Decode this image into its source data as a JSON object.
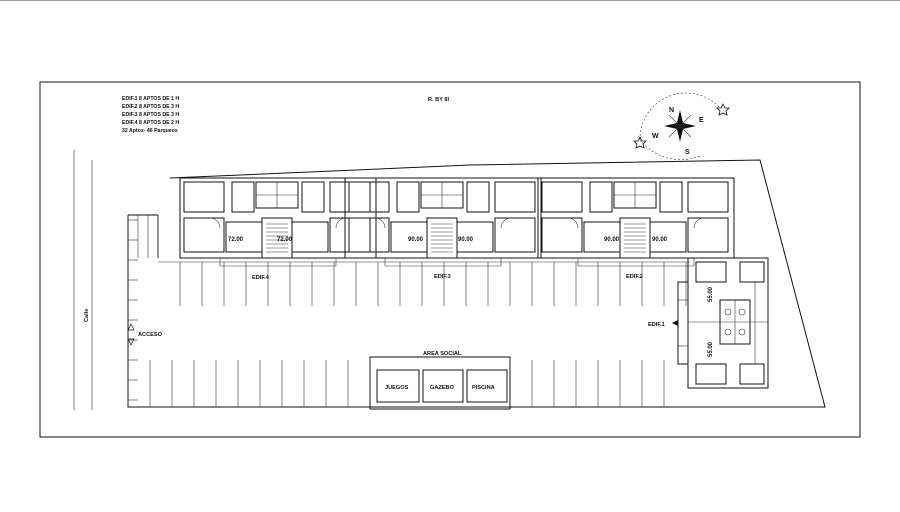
{
  "legend": [
    "EDIF.1  8 APTOS DE 1 H",
    "EDIF.2  8 APTOS DE 3 H",
    "EDIF.3  8 APTOS DE 3 H",
    "EDIF.4  8 APTOS DE 2 H",
    "32 Aptos- 46 Parqueos"
  ],
  "road_label": "R. BY III",
  "street_label": "Calle",
  "access_label": "ACCESO",
  "compass": {
    "n": "N",
    "s": "S",
    "e": "E",
    "w": "W"
  },
  "buildings": [
    {
      "label": "EDIF.4",
      "areas": [
        "72.00",
        "72.00"
      ]
    },
    {
      "label": "EDIF.3",
      "areas": [
        "90.00",
        "90.00"
      ]
    },
    {
      "label": "EDIF.2",
      "areas": [
        "90.00",
        "90.00"
      ]
    },
    {
      "label": "EDIF.1",
      "areas": [
        "55.00",
        "55.00"
      ]
    }
  ],
  "social": {
    "title": "AREA SOCIAL",
    "items": [
      "JUEGOS",
      "GAZEBO",
      "PISCINA"
    ]
  }
}
